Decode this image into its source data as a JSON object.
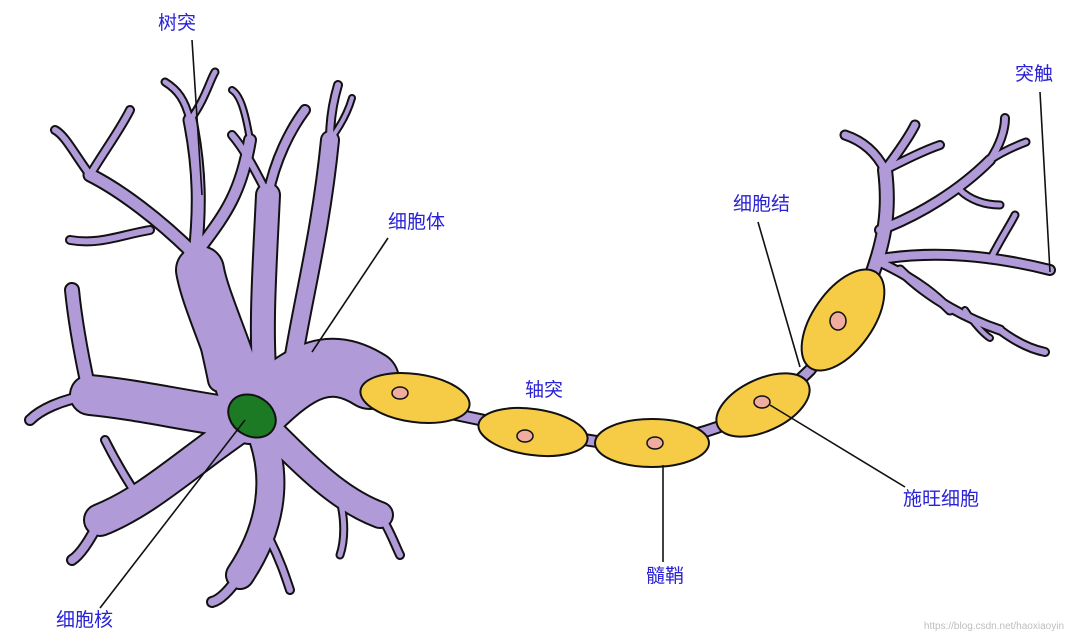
{
  "labels": {
    "dendrite": "树突",
    "soma": "细胞体",
    "axon": "轴突",
    "node": "细胞结",
    "terminal": "突触",
    "schwann": "施旺细胞",
    "myelin": "髓鞘",
    "nucleus": "细胞核"
  },
  "watermark": "https://blog.csdn.net/haoxiaoyin",
  "colors": {
    "neuron": "#b09ad8",
    "outline": "#111111",
    "myelin": "#f6cb45",
    "myelin_nucleus": "#f1aca0",
    "cell_nucleus": "#1c7a25",
    "label": "#2a22d6"
  }
}
